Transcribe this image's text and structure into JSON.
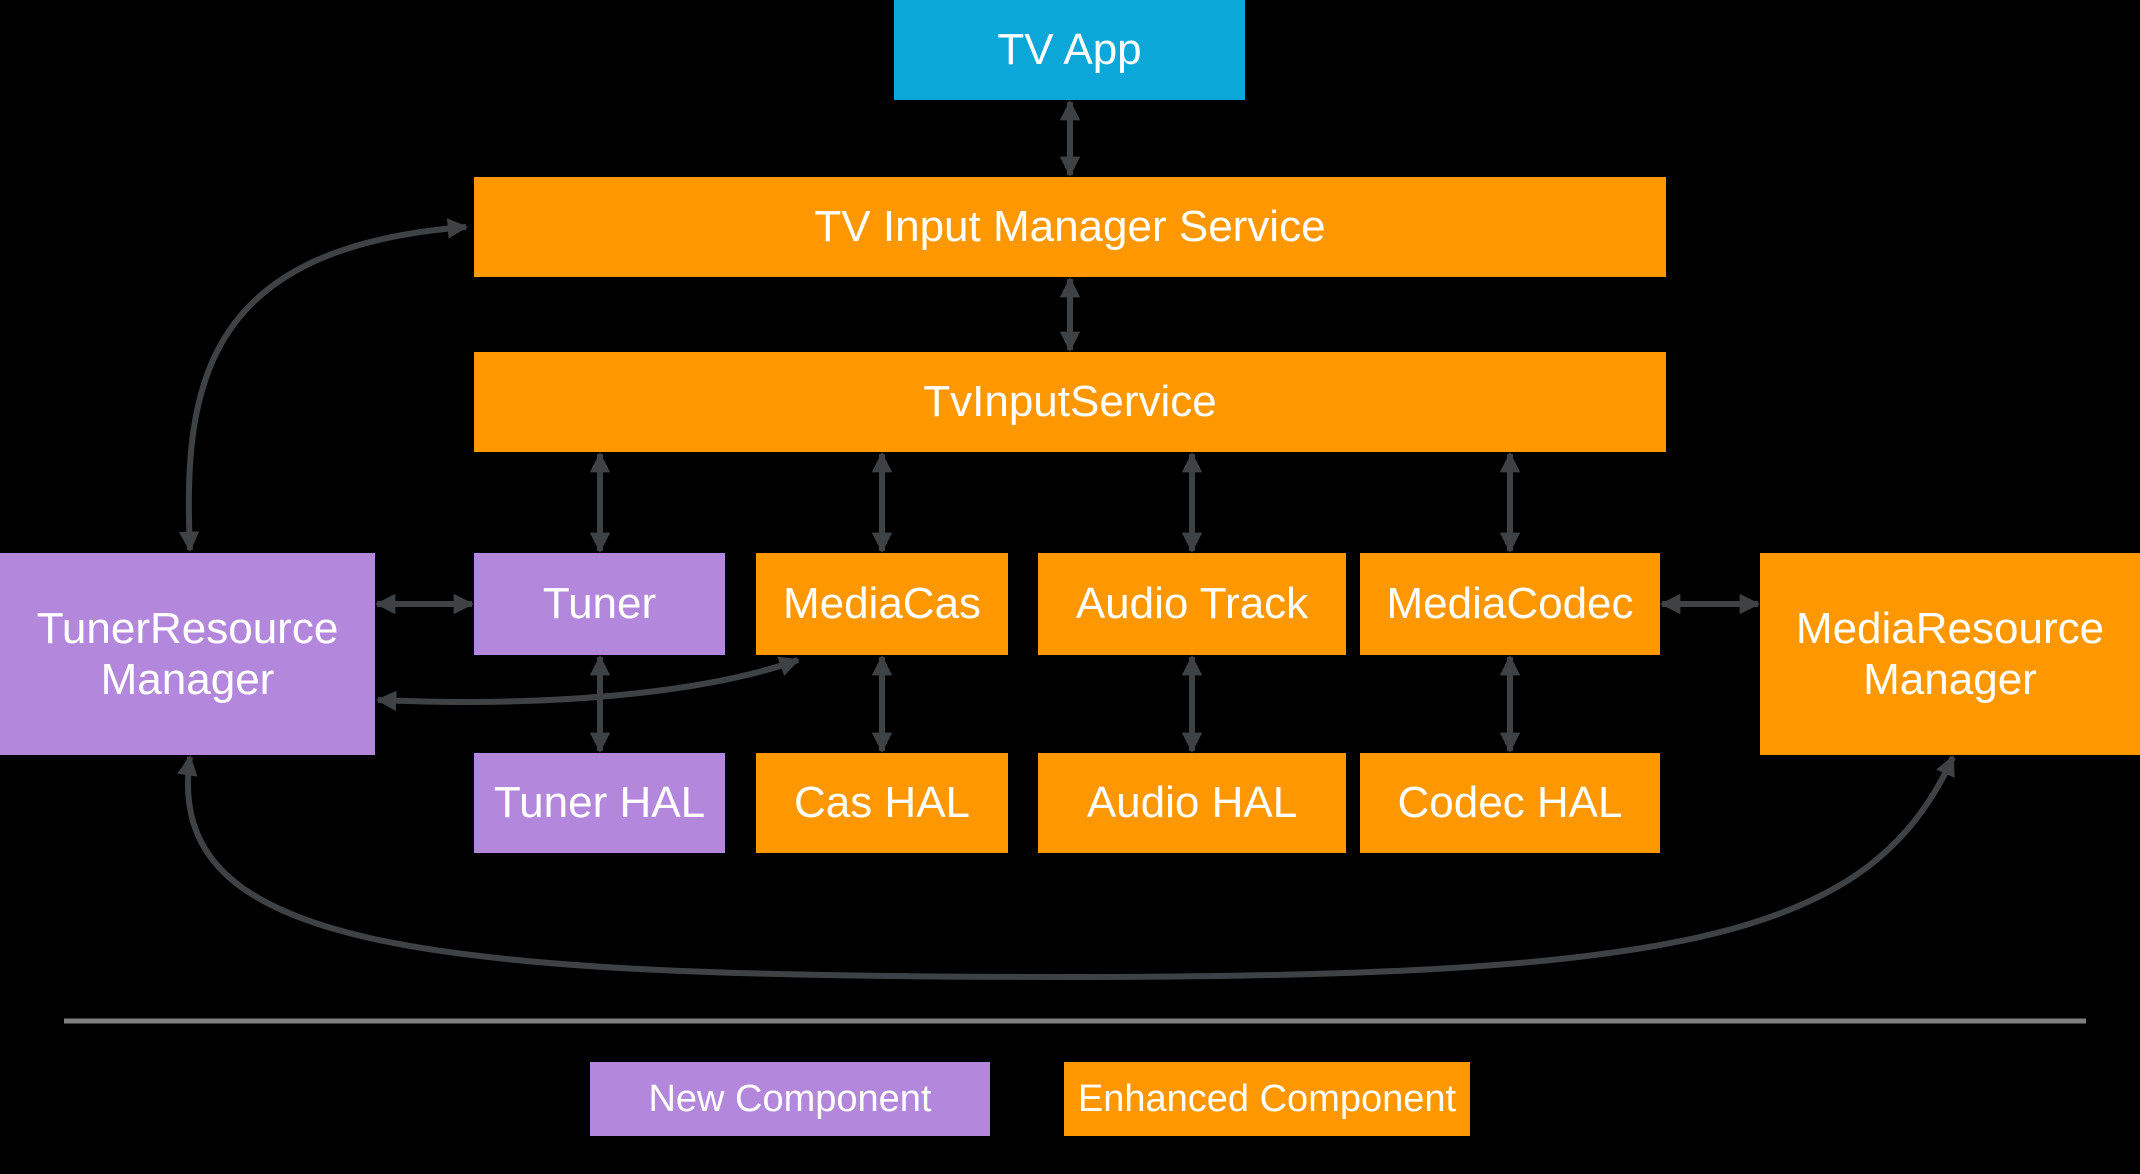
{
  "colors": {
    "cyan": "#0ba7d8",
    "orange": "#ff9800",
    "purple": "#b388dc",
    "arrow": "#3f4245",
    "separator": "#808080",
    "bg": "#000000",
    "text": "#ffffff"
  },
  "nodes": {
    "tv_app": "TV App",
    "tv_input_manager_service": "TV Input Manager Service",
    "tv_input_service": "TvInputService",
    "tuner_resource_manager": "TunerResource Manager",
    "tuner": "Tuner",
    "media_cas": "MediaCas",
    "audio_track": "Audio Track",
    "media_codec": "MediaCodec",
    "media_resource_manager": "MediaResource Manager",
    "tuner_hal": "Tuner HAL",
    "cas_hal": "Cas HAL",
    "audio_hal": "Audio HAL",
    "codec_hal": "Codec HAL"
  },
  "legend": {
    "new_component": "New Component",
    "enhanced_component": "Enhanced Component"
  },
  "connections": [
    {
      "from": "tv_app",
      "to": "tv_input_manager_service",
      "bidirectional": true,
      "style": "straight"
    },
    {
      "from": "tv_input_manager_service",
      "to": "tv_input_service",
      "bidirectional": true,
      "style": "straight"
    },
    {
      "from": "tv_input_service",
      "to": "tuner",
      "bidirectional": true,
      "style": "straight"
    },
    {
      "from": "tv_input_service",
      "to": "media_cas",
      "bidirectional": true,
      "style": "straight"
    },
    {
      "from": "tv_input_service",
      "to": "audio_track",
      "bidirectional": true,
      "style": "straight"
    },
    {
      "from": "tv_input_service",
      "to": "media_codec",
      "bidirectional": true,
      "style": "straight"
    },
    {
      "from": "tuner",
      "to": "tuner_hal",
      "bidirectional": true,
      "style": "straight"
    },
    {
      "from": "media_cas",
      "to": "cas_hal",
      "bidirectional": true,
      "style": "straight"
    },
    {
      "from": "audio_track",
      "to": "audio_hal",
      "bidirectional": true,
      "style": "straight"
    },
    {
      "from": "media_codec",
      "to": "codec_hal",
      "bidirectional": true,
      "style": "straight"
    },
    {
      "from": "tuner_resource_manager",
      "to": "tuner",
      "bidirectional": true,
      "style": "straight"
    },
    {
      "from": "media_codec",
      "to": "media_resource_manager",
      "bidirectional": true,
      "style": "straight"
    },
    {
      "from": "tuner_resource_manager",
      "to": "tv_input_manager_service",
      "bidirectional": true,
      "style": "curved"
    },
    {
      "from": "tuner_resource_manager",
      "to": "media_cas",
      "bidirectional": true,
      "style": "curved"
    },
    {
      "from": "tuner_resource_manager",
      "to": "media_resource_manager",
      "bidirectional": true,
      "style": "curved"
    }
  ]
}
